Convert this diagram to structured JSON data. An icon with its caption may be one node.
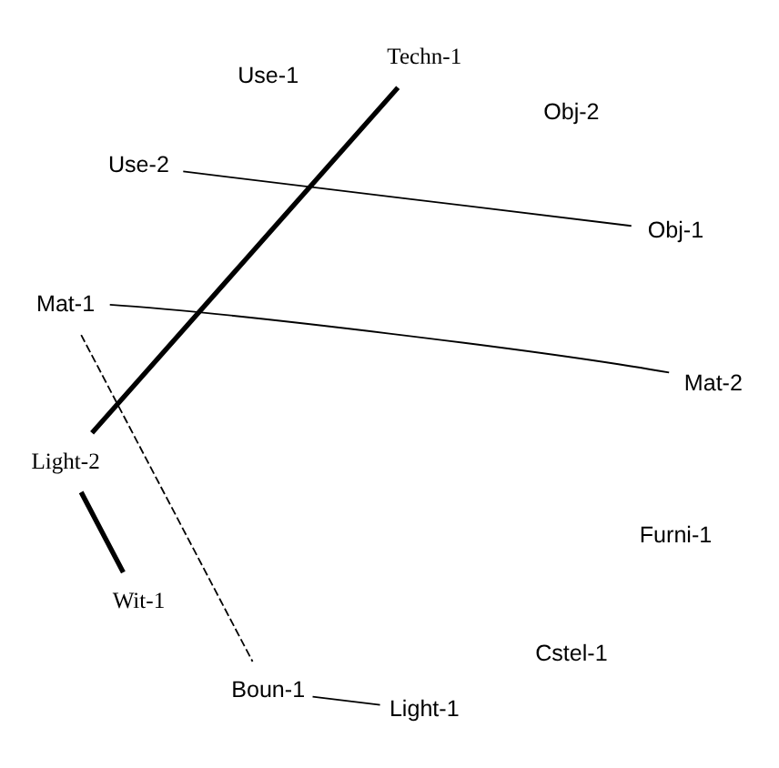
{
  "diagram": {
    "nodes": [
      {
        "text": [
          "Light-2"
        ]
      },
      {
        "text": [
          "Light-1"
        ]
      },
      {
        "text": [
          "Furni-1"
        ]
      },
      {
        "text": [
          "Cstel-1"
        ]
      },
      {
        "text": [
          "Boun-1"
        ]
      },
      {
        "text": [
          "Wit-1"
        ]
      },
      {
        "text": [
          "Use-2"
        ]
      },
      {
        "text": [
          "Use-1"
        ]
      },
      {
        "text": [
          "Techn-1"
        ]
      },
      {
        "text": [
          "Obj-2"
        ]
      },
      {
        "text": [
          "Obj-1"
        ]
      },
      {
        "text": [
          "Mat-2"
        ]
      },
      {
        "text": [
          "Mat-1"
        ]
      }
    ],
    "edges": [
      {
        "from": 0,
        "to": 5,
        "arrow": "none",
        "style": "thick"
      },
      {
        "from": 0,
        "to": 8,
        "arrow": "none",
        "style": "thick"
      },
      {
        "from": 1,
        "to": 4,
        "arrow": "none"
      },
      {
        "from": 12,
        "to": 4,
        "arrow": "none",
        "style": "dashed"
      },
      {
        "from": 12,
        "to": 11,
        "arrow": "none"
      },
      {
        "from": 10,
        "to": 6,
        "arrow": "none"
      }
    ]
  }
}
